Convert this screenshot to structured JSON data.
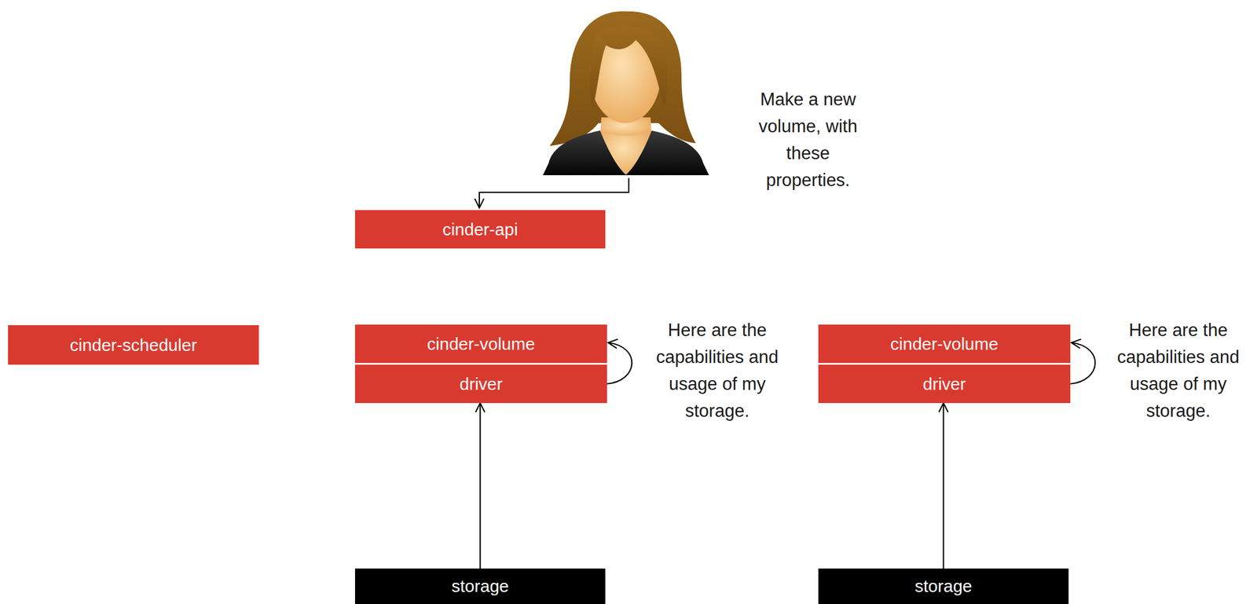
{
  "diagram": {
    "nodes": [
      {
        "text": [
          "cinder-api"
        ]
      },
      {
        "text": [
          "cinder-scheduler"
        ]
      },
      {
        "text": [
          "cinder-volume"
        ]
      },
      {
        "text": [
          "driver"
        ]
      },
      {
        "text": [
          "cinder-volume"
        ]
      },
      {
        "text": [
          "driver"
        ]
      },
      {
        "text": [
          "storage"
        ]
      },
      {
        "text": [
          "storage"
        ]
      }
    ],
    "edges": [
      {
        "from": 3,
        "to": 2,
        "arrow": "to"
      },
      {
        "from": 5,
        "to": 4,
        "arrow": "to"
      },
      {
        "from": 6,
        "to": 3,
        "arrow": "to"
      },
      {
        "from": 7,
        "to": 5,
        "arrow": "to"
      }
    ],
    "labels": [
      "Make a new volume, with these properties.",
      "Here are the capabilities and usage of my storage.",
      "Here are the capabilities and usage of my storage."
    ]
  }
}
